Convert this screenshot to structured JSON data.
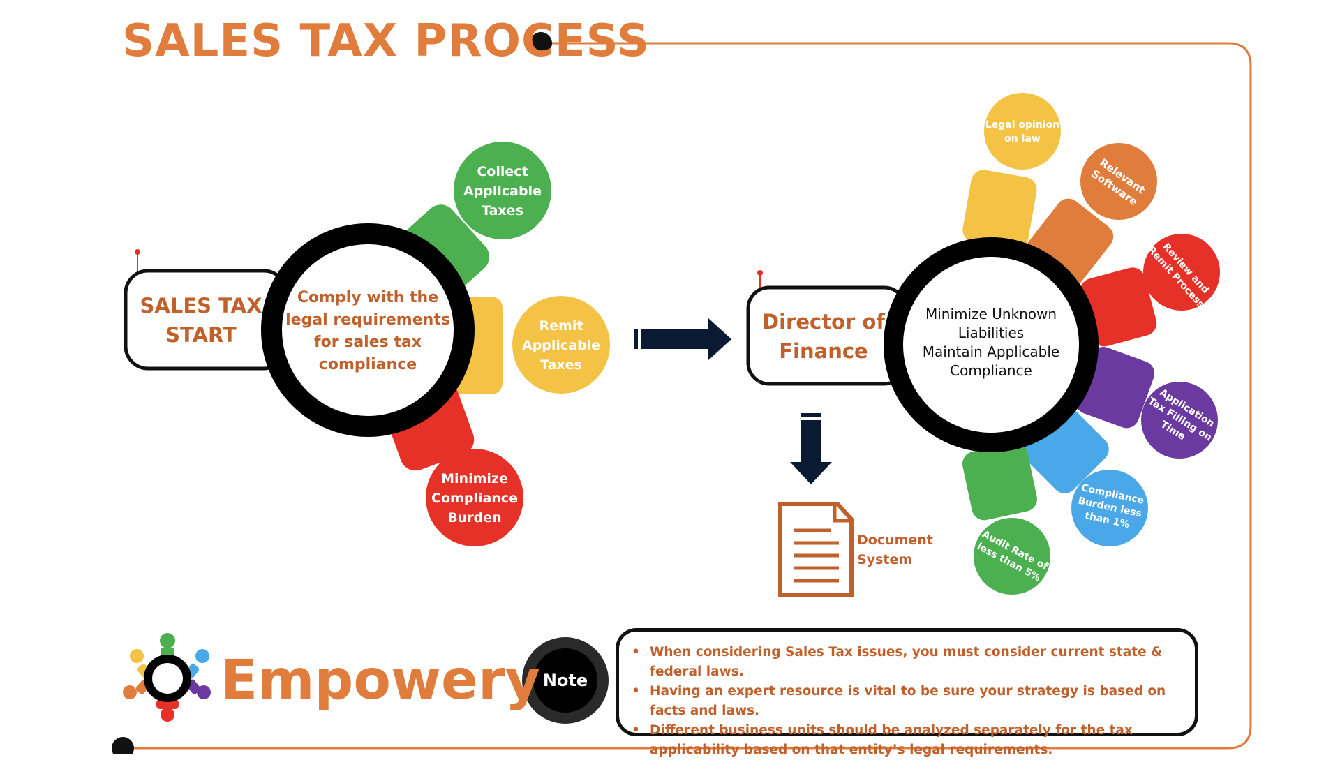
{
  "title": "SALES TAX PROCESS",
  "start_box": {
    "line1": "SALES TAX",
    "line2": "START"
  },
  "hub1": {
    "lines": [
      "Comply with the",
      "legal requirements",
      "for sales tax",
      "compliance"
    ]
  },
  "hub1_circles": [
    {
      "lines": [
        "Collect",
        "Applicable",
        "Taxes"
      ],
      "color": "#4caf50"
    },
    {
      "lines": [
        "Remit",
        "Applicable",
        "Taxes"
      ],
      "color": "#f4c244"
    },
    {
      "lines": [
        "Minimize",
        "Compliance",
        "Burden"
      ],
      "color": "#e53127"
    }
  ],
  "director_box": {
    "line1": "Director of",
    "line2": "Finance"
  },
  "hub2": {
    "lines": [
      "Minimize Unknown",
      "Liabilities",
      "Maintain Applicable",
      "Compliance"
    ]
  },
  "hub2_circles": [
    {
      "lines": [
        "Legal opinion",
        "on law"
      ],
      "color": "#f4c244"
    },
    {
      "lines": [
        "Relevant",
        "Software"
      ],
      "color": "#e07d3c"
    },
    {
      "lines": [
        "Review and",
        "Remit Process"
      ],
      "color": "#e53127"
    },
    {
      "lines": [
        "Application",
        "Tax Filling on",
        "Time"
      ],
      "color": "#6a3aa0"
    },
    {
      "lines": [
        "Compliance",
        "Burden less",
        "than 1%"
      ],
      "color": "#4aa8e8"
    },
    {
      "lines": [
        "Audit Rate of",
        "less than 5%"
      ],
      "color": "#4caf50"
    }
  ],
  "document": {
    "line1": "Document",
    "line2": "System",
    "color": "#c0602a"
  },
  "logo": {
    "text": "Empowery"
  },
  "note": {
    "label": "Note",
    "items": [
      "When considering Sales Tax issues, you must consider current state & federal laws.",
      "Having an expert resource is vital to be sure your strategy is based on facts and laws.",
      "Different business units should be analyzed separately for the tax applicability based on that entity’s legal requirements."
    ]
  },
  "colors": {
    "accent": "#e07d3c",
    "dark": "#111111"
  }
}
